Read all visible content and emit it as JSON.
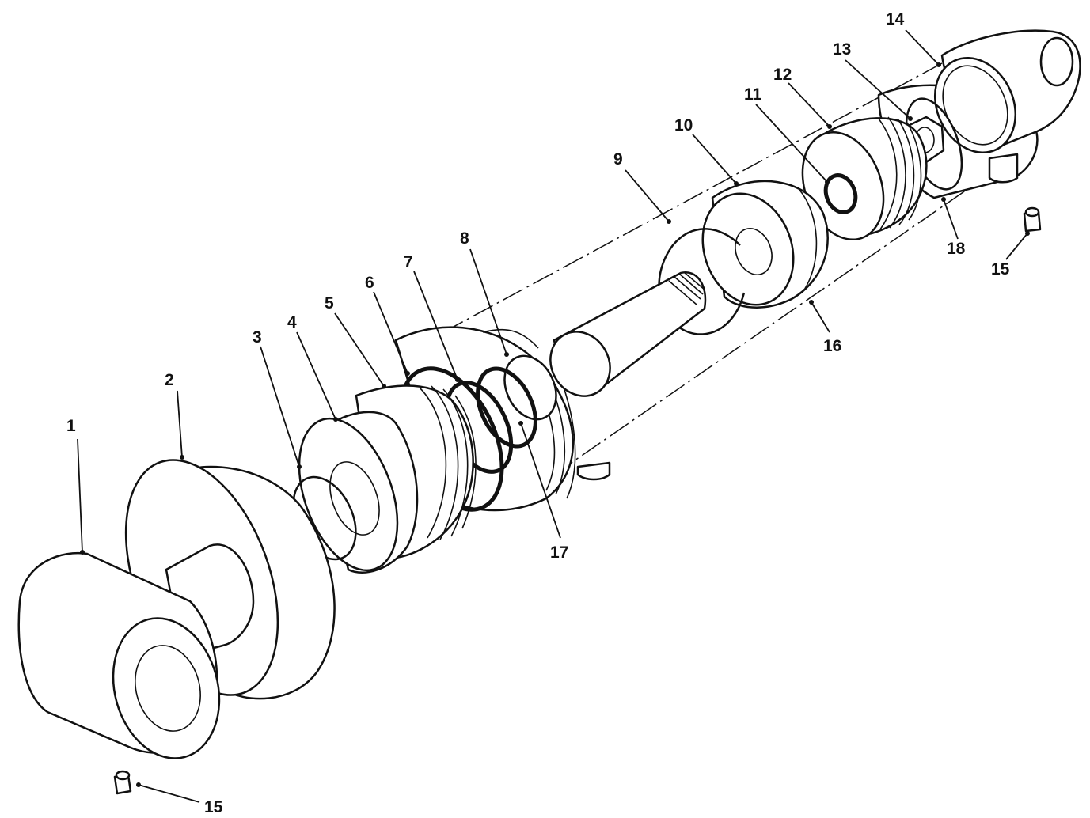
{
  "diagram": {
    "type": "exploded-parts-view",
    "subject": "hydraulic cylinder assembly",
    "callouts": [
      "1",
      "2",
      "3",
      "4",
      "5",
      "6",
      "7",
      "8",
      "9",
      "10",
      "11",
      "12",
      "13",
      "14",
      "15",
      "15",
      "16",
      "17",
      "18"
    ]
  }
}
